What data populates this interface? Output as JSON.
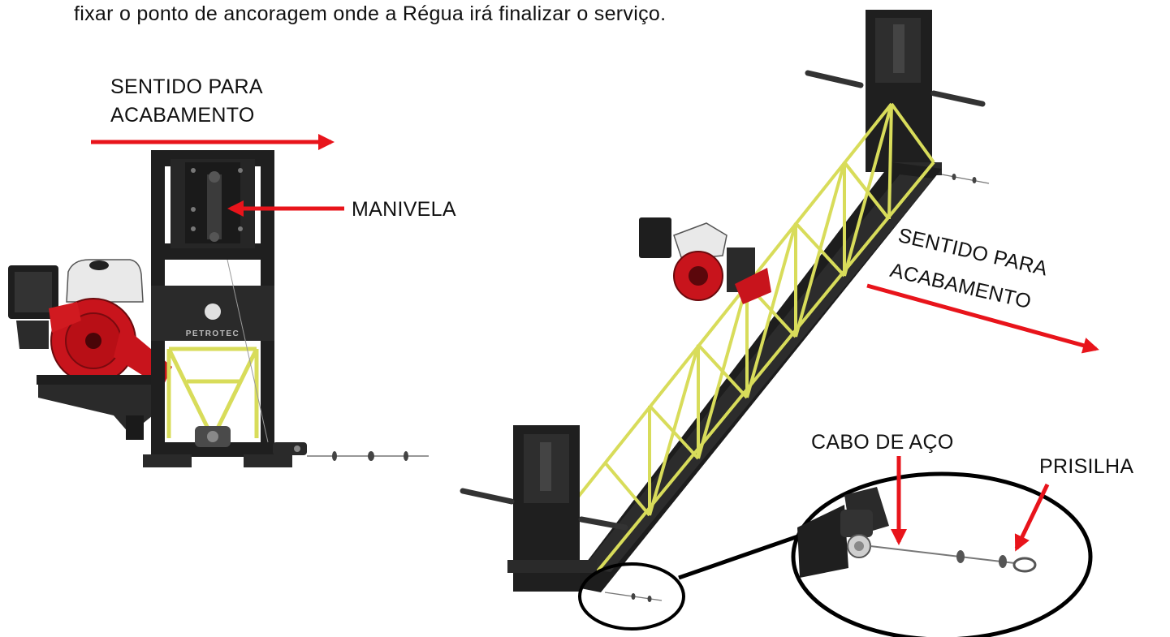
{
  "header_text": "fixar o ponto de ancoragem onde a Régua irá finalizar o serviço.",
  "left_view": {
    "direction_line1": "SENTIDO PARA",
    "direction_line2": "ACABAMENTO",
    "crank_label": "MANIVELA",
    "brand_plate": "PETROTEC"
  },
  "right_view": {
    "direction_line1": "SENTIDO PARA",
    "direction_line2": "ACABAMENTO",
    "detail_cable_label": "CABO DE AÇO",
    "detail_clip_label": "PRISILHA"
  },
  "colors": {
    "arrow": "#e8141b",
    "frame": "#1f1f1f",
    "truss": "#d8dc5a",
    "engine_red": "#c8141c",
    "engine_white": "#e9e9e9"
  }
}
